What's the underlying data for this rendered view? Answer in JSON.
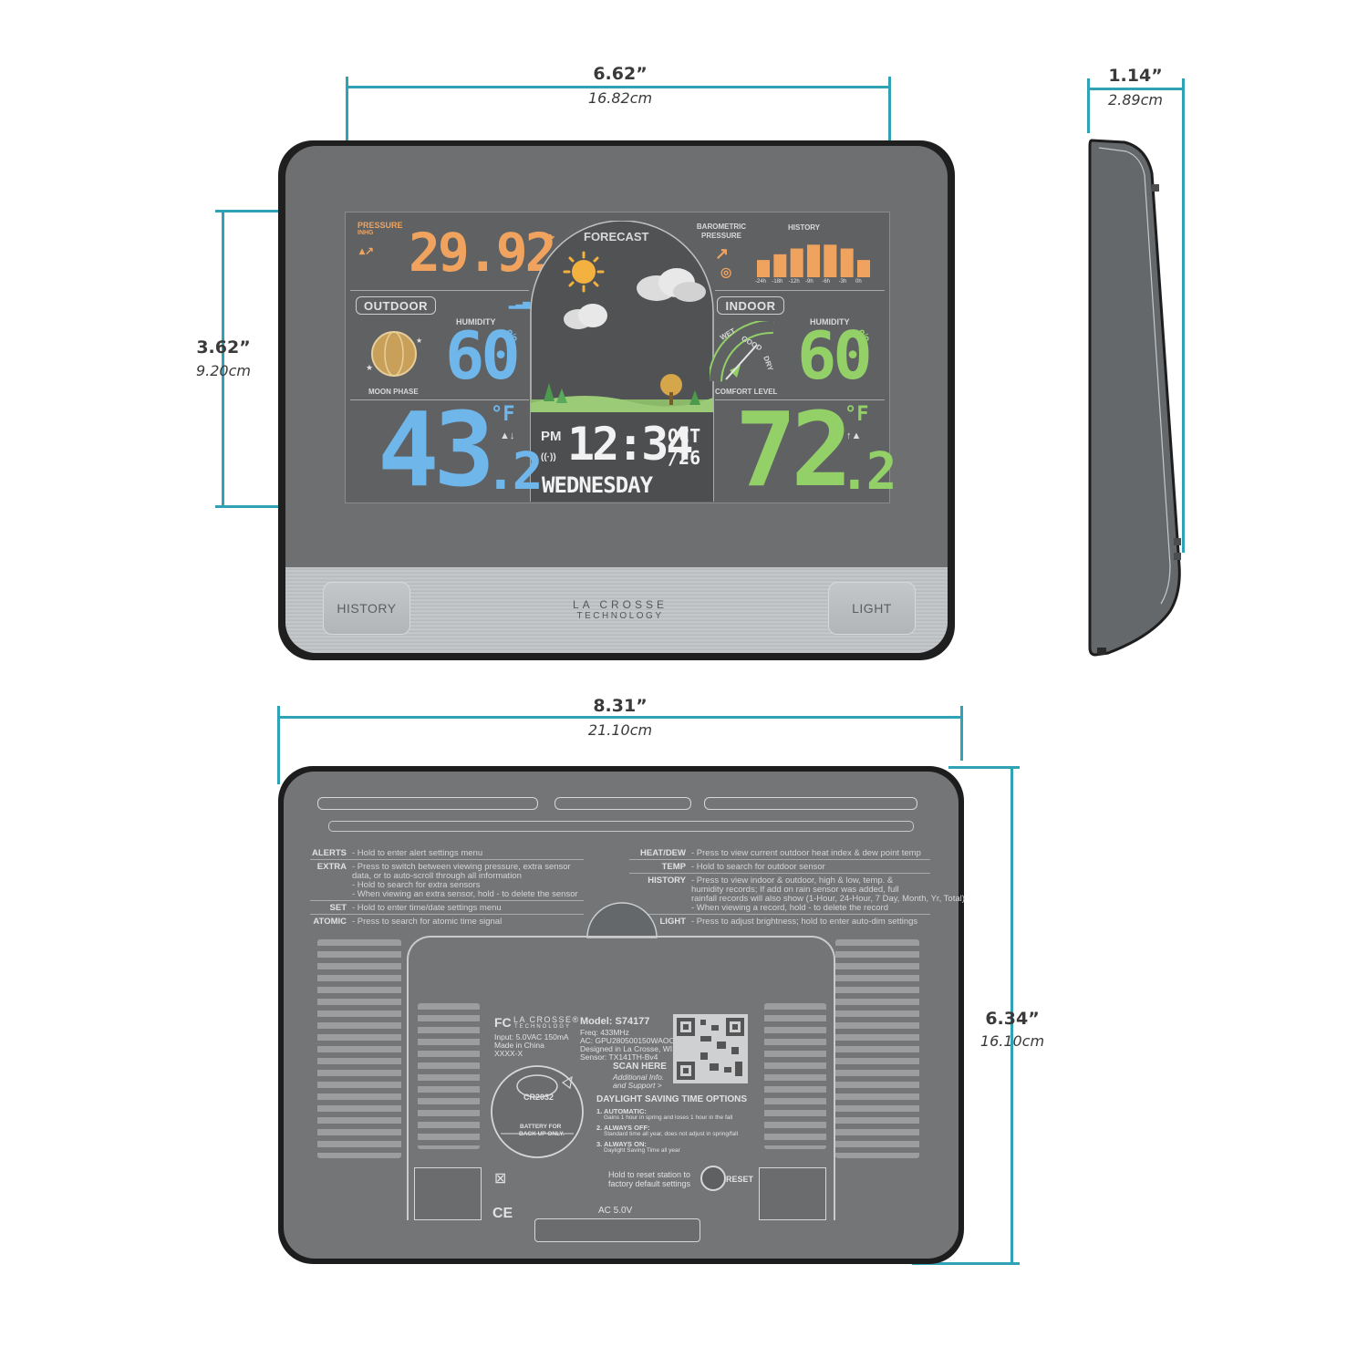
{
  "dimensions": {
    "front_width": {
      "in": "6.62”",
      "cm": "16.82cm"
    },
    "front_height": {
      "in": "3.62”",
      "cm": "9.20cm"
    },
    "side_depth": {
      "in": "1.14”",
      "cm": "2.89cm"
    },
    "back_width": {
      "in": "8.31”",
      "cm": "21.10cm"
    },
    "back_height": {
      "in": "6.34”",
      "cm": "16.10cm"
    }
  },
  "front": {
    "pressure_label": "PRESSURE",
    "pressure_unit": "INHG",
    "pressure_value": "29.92",
    "forecast_label": "FORECAST",
    "barometric_label": "BAROMETRIC",
    "barometric_label2": "PRESSURE",
    "history_label": "HISTORY",
    "history_ticks": [
      "-24h",
      "-18h",
      "-12h",
      "-9h",
      "-6h",
      "-3h",
      "0h"
    ],
    "history_levels": [
      0.45,
      0.6,
      0.75,
      0.85,
      0.85,
      0.75,
      0.45
    ],
    "outdoor_label": "OUTDOOR",
    "indoor_label": "INDOOR",
    "outdoor_humidity_label": "HUMIDITY",
    "outdoor_humidity": "60",
    "indoor_humidity_label": "HUMIDITY",
    "indoor_humidity": "60",
    "percent": "%",
    "moon_phase_label": "MOON PHASE",
    "comfort_wet": "WET",
    "comfort_good": "GOOD",
    "comfort_dry": "DRY",
    "comfort_label": "COMFORT LEVEL",
    "outdoor_temp_main": "43",
    "outdoor_temp_dec": ".2",
    "indoor_temp_main": "72",
    "indoor_temp_dec": ".2",
    "temp_unit": "°F",
    "time_ampm": "PM",
    "time": "12:34",
    "month": "OCT",
    "day": "/26",
    "weekday": "WEDNESDAY",
    "history_button": "HISTORY",
    "light_button": "LIGHT",
    "brand_line1": "LA CROSSE",
    "brand_line2": "TECHNOLOGY",
    "colors": {
      "pressure": "#f0a35e",
      "outdoor": "#6fb6ea",
      "indoor": "#93d067",
      "accent": "#2fa3b5"
    }
  },
  "back": {
    "left_instructions": [
      {
        "key": "ALERTS",
        "lines": [
          "- Hold to enter alert settings menu"
        ]
      },
      {
        "key": "EXTRA",
        "lines": [
          "- Press to switch between viewing pressure, extra sensor",
          "  data, or to auto-scroll through all information",
          "- Hold to search for extra sensors",
          "- When viewing an extra sensor, hold - to delete the sensor"
        ]
      },
      {
        "key": "SET",
        "lines": [
          "- Hold to enter time/date settings menu"
        ]
      },
      {
        "key": "ATOMIC",
        "lines": [
          "- Press to search for atomic time signal"
        ]
      }
    ],
    "right_instructions": [
      {
        "key": "HEAT/DEW",
        "lines": [
          "- Press to view current outdoor heat index & dew point temp"
        ]
      },
      {
        "key": "TEMP",
        "lines": [
          "- Hold to search for outdoor sensor"
        ]
      },
      {
        "key": "HISTORY",
        "lines": [
          "- Press to view indoor & outdoor, high & low, temp. &",
          "  humidity records; If add on rain sensor was added, full",
          "  rainfall records will also show (1-Hour, 24-Hour, 7 Day, Month, Yr, Total)",
          "- When viewing a record, hold - to delete the record"
        ]
      },
      {
        "key": "LIGHT",
        "lines": [
          "- Press to adjust brightness; hold to enter auto-dim settings"
        ]
      }
    ],
    "fcc": "FC",
    "brand": "LA CROSSE®",
    "brand2": "TECHNOLOGY",
    "input": "Input: 5.0VAC 150mA",
    "made": "Made in China",
    "code": "XXXX-X",
    "model": "Model: S74177",
    "freq": "Freq: 433MHz",
    "ac": "AC: GPU280500150WAOO",
    "designed": "Designed in La Crosse, WI",
    "sensor": "Sensor: TX141TH-Bv4",
    "scan": "SCAN HERE",
    "scan_sub": "Additional Info.",
    "scan_sub2": "and Support >",
    "battery_model": "CR2032",
    "battery_note": "BATTERY FOR",
    "battery_note2": "BACK UP ONLY.",
    "dst_title": "DAYLIGHT SAVING TIME OPTIONS",
    "dst_options": [
      {
        "title": "1. AUTOMATIC:",
        "desc": "Gains 1 hour in spring and loses 1 hour in the fall"
      },
      {
        "title": "2. ALWAYS OFF:",
        "desc": "Standard time all year, does not adjust in spring/fall"
      },
      {
        "title": "3. ALWAYS ON:",
        "desc": "Daylight Saving Time all year"
      }
    ],
    "reset_hint": "Hold to reset station to",
    "reset_hint2": "factory default settings",
    "reset": "RESET",
    "ac_label": "AC 5.0V",
    "ce": "CE"
  }
}
